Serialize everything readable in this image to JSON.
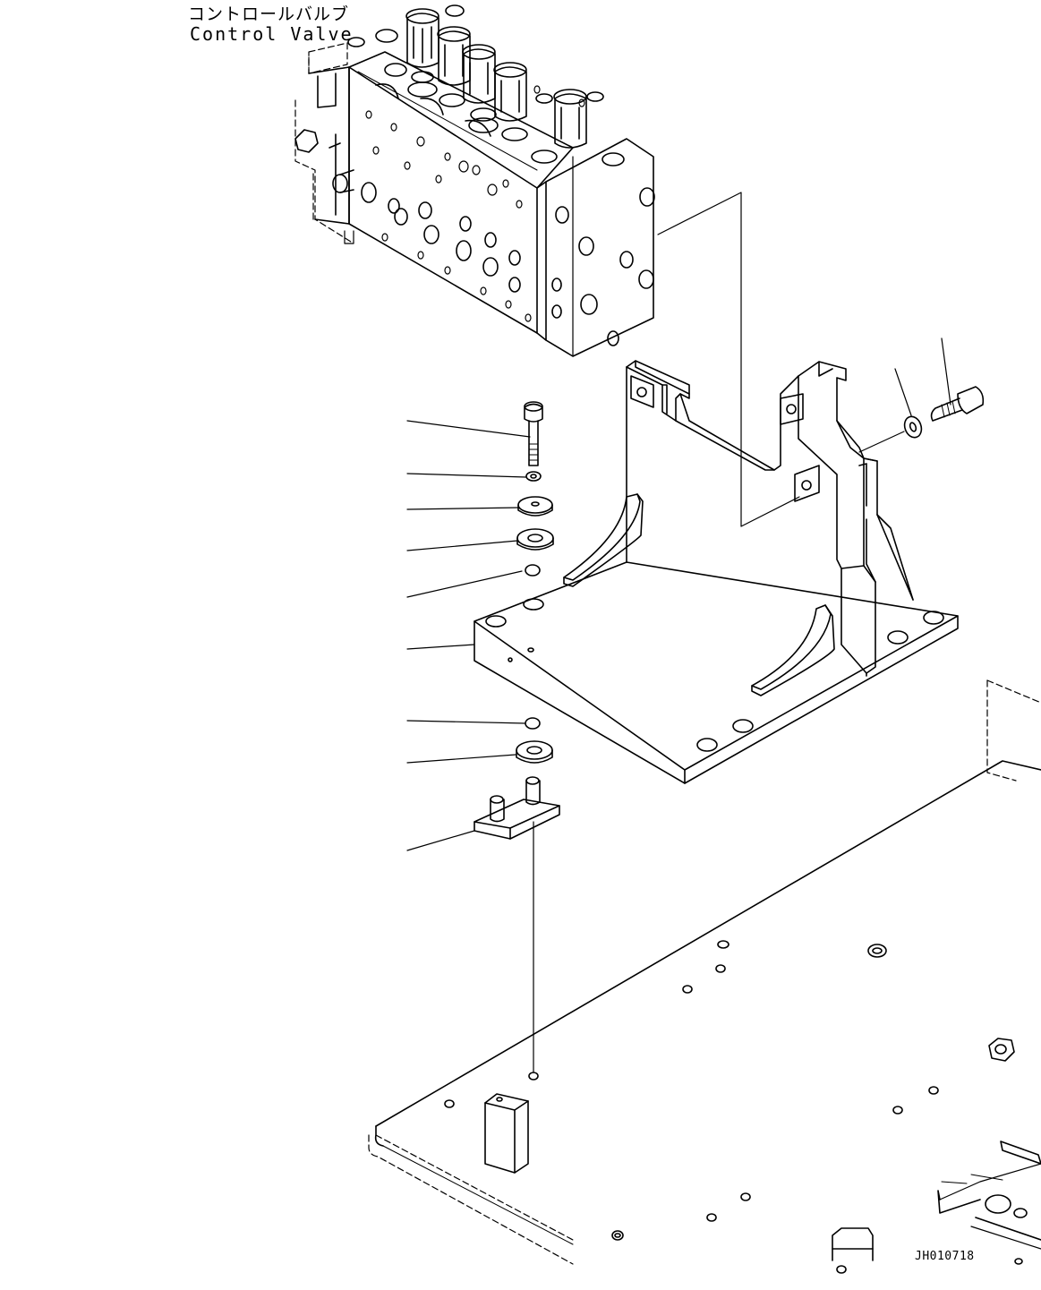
{
  "labels": {
    "component_jp": "コントロールバルブ",
    "component_en": "Control Valve",
    "drawing_code": "JH010718"
  },
  "colors": {
    "line": "#000000",
    "background": "#ffffff"
  }
}
